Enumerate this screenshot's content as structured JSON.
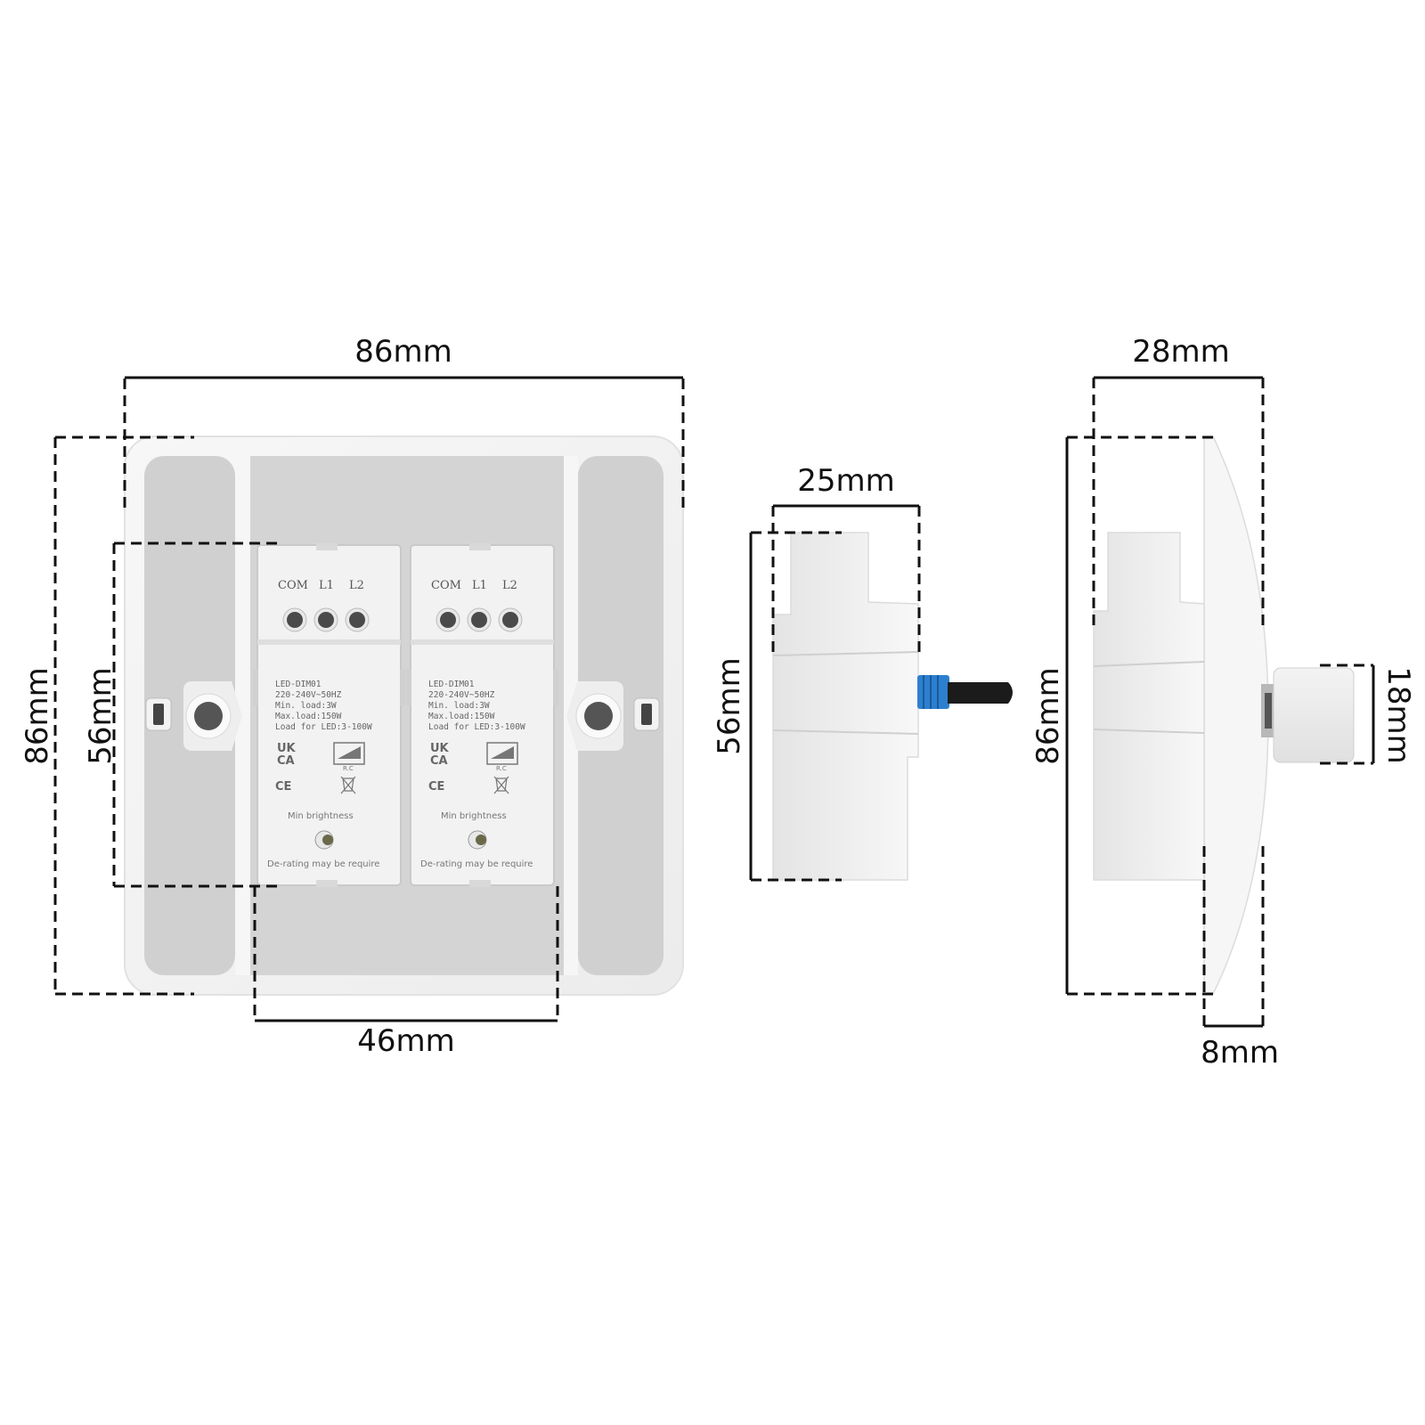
{
  "dimensions": {
    "front_width": "86mm",
    "front_height": "86mm",
    "module_height": "56mm",
    "module_width": "46mm",
    "side_depth": "25mm",
    "side_height": "56mm",
    "profile_depth": "28mm",
    "profile_height": "86mm",
    "knob_diameter": "18mm",
    "plate_thickness": "8mm"
  },
  "modules": [
    {
      "terminals": [
        "COM",
        "L1",
        "L2"
      ],
      "model": "LED-DIM01",
      "voltage": "220-240V~50HZ",
      "min_load": "Min. load:3W",
      "max_load": "Max.load:150W",
      "led_load": "Load for LED:3-100W",
      "mark_ukca_top": "UK",
      "mark_ukca_bottom": "CA",
      "mark_ce": "CE",
      "mark_rc": "R.C",
      "min_brightness": "Min brightness",
      "derating": "De-rating may be require"
    },
    {
      "terminals": [
        "COM",
        "L1",
        "L2"
      ],
      "model": "LED-DIM01",
      "voltage": "220-240V~50HZ",
      "min_load": "Min. load:3W",
      "max_load": "Max.load:150W",
      "led_load": "Load for LED:3-100W",
      "mark_ukca_top": "UK",
      "mark_ukca_bottom": "CA",
      "mark_ce": "CE",
      "mark_rc": "R.C",
      "min_brightness": "Min brightness",
      "derating": "De-rating may be require"
    }
  ],
  "colors": {
    "plate": "#f4f4f4",
    "recess": "#cfcfcf",
    "module_body": "#f1f1f1",
    "screw_blue": "#2d7fd0",
    "shaft": "#1b1b1b",
    "dimension_line": "#111111"
  }
}
